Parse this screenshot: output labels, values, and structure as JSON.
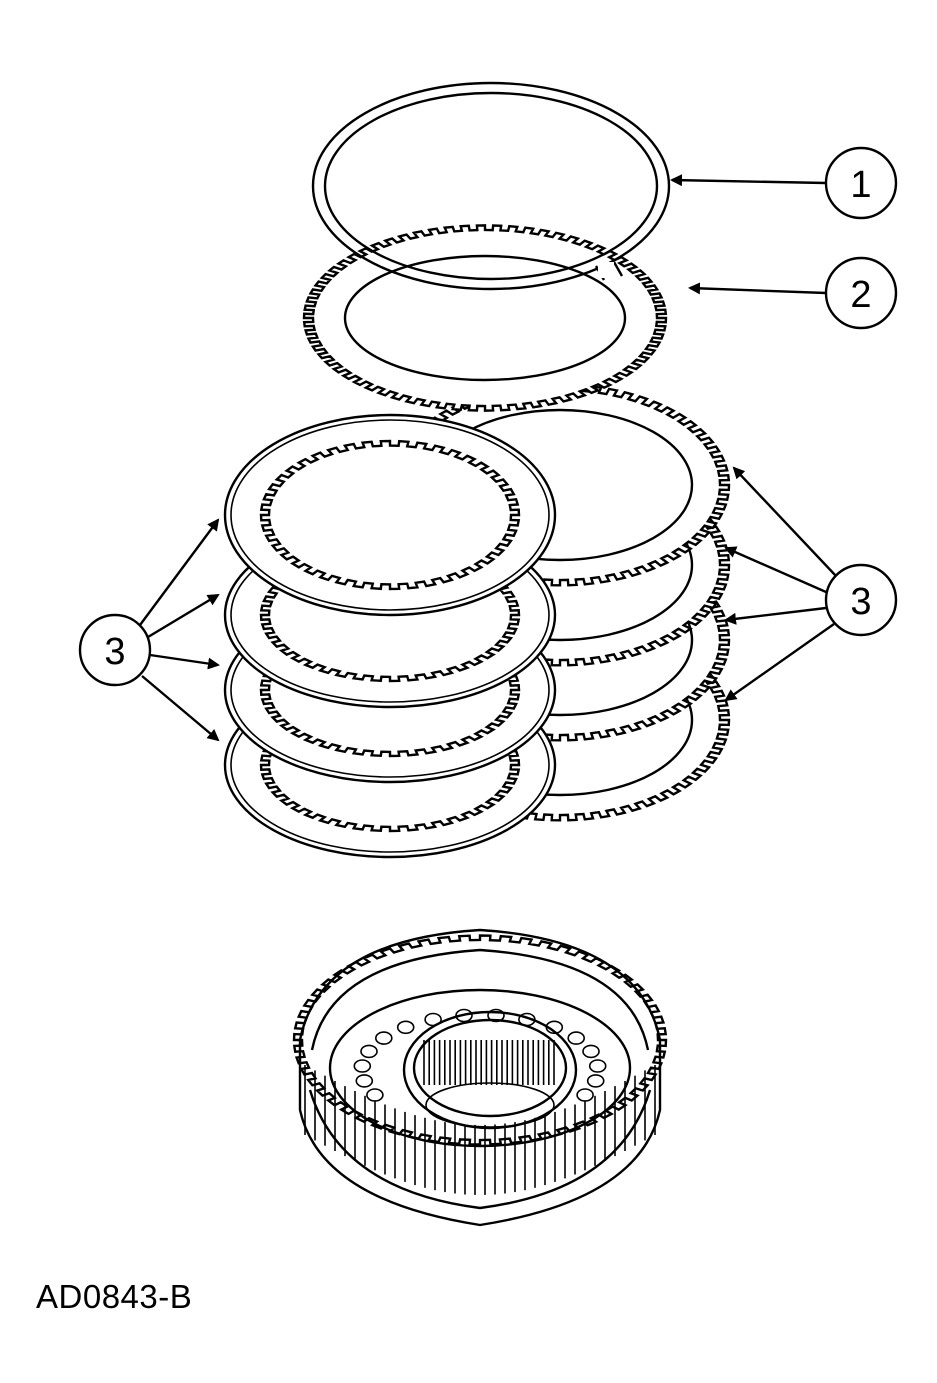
{
  "figure": {
    "id_label": "AD0843-B"
  },
  "callouts": [
    {
      "label": "1",
      "part": "snap ring"
    },
    {
      "label": "2",
      "part": "pressure plate"
    },
    {
      "label": "3",
      "part": "clutch plates (left group)"
    },
    {
      "label": "3",
      "part": "clutch plates (right group)"
    }
  ],
  "colors": {
    "ink": "#000000",
    "paper": "#ffffff"
  }
}
